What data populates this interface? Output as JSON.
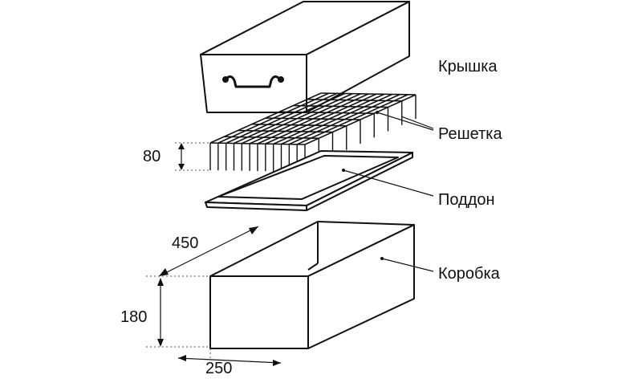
{
  "labels": {
    "lid": "Крышка",
    "grid": "Решетка",
    "tray": "Поддон",
    "box": "Коробка"
  },
  "dimensions": {
    "grid_height": "80",
    "box_length": "450",
    "box_height": "180",
    "box_width": "250"
  }
}
